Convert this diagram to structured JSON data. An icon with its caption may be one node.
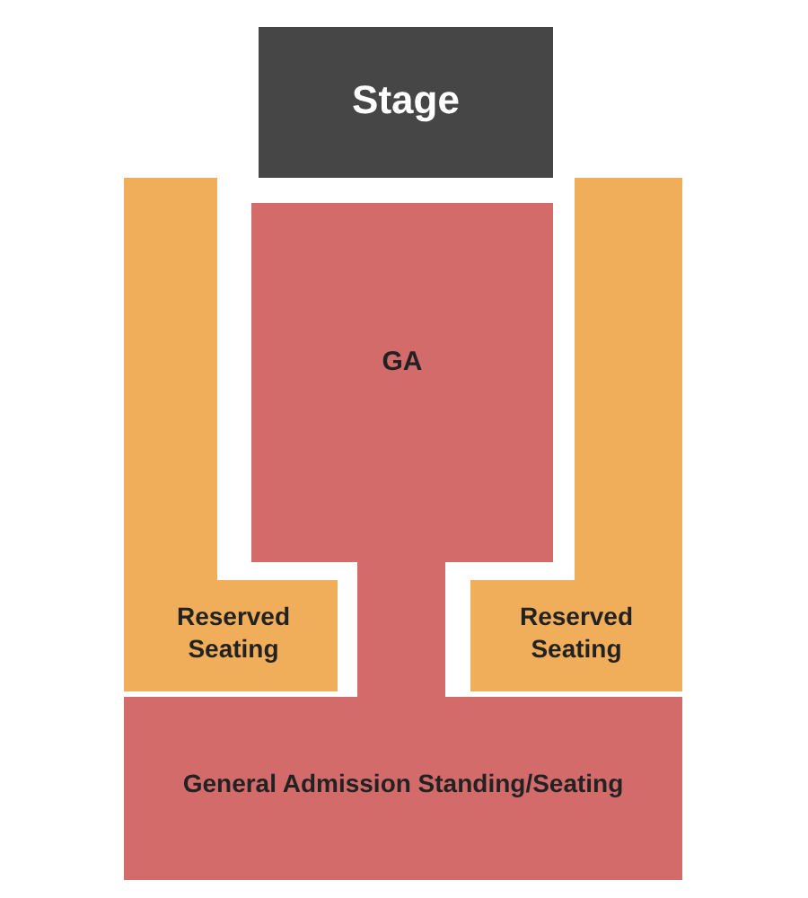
{
  "diagram": {
    "nodes": [
      {
        "text": [
          "Stage"
        ]
      },
      {
        "text": [
          "GA"
        ]
      },
      {
        "text": [
          "Reserved Seating"
        ]
      },
      {
        "text": [
          "Reserved Seating"
        ]
      },
      {
        "text": [
          "General Admission Standing/Seating"
        ]
      }
    ]
  }
}
